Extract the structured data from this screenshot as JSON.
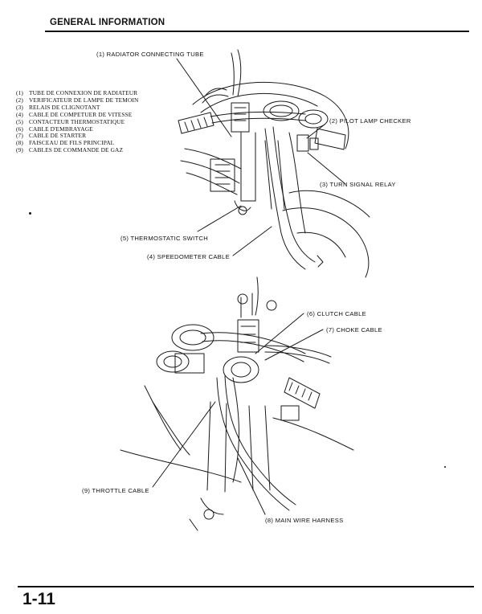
{
  "header": {
    "title": "GENERAL INFORMATION"
  },
  "legend": [
    {
      "num": "(1)",
      "text": "TUBE DE CONNEXION DE RADIATEUR"
    },
    {
      "num": "(2)",
      "text": "VERIFICATEUR DE LAMPE DE TEMOIN"
    },
    {
      "num": "(3)",
      "text": "RELAIS DE CLIGNOTANT"
    },
    {
      "num": "(4)",
      "text": "CABLE DE COMPETUER DE VITESSE"
    },
    {
      "num": "(5)",
      "text": "CONTACTEUR THERMOSTATIQUE"
    },
    {
      "num": "(6)",
      "text": "CABLE D'EMBRAYAGE"
    },
    {
      "num": "(7)",
      "text": "CABLE DE STARTER"
    },
    {
      "num": "(8)",
      "text": "FAISCEAU DE FILS PRINCIPAL"
    },
    {
      "num": "(9)",
      "text": "CABLES DE COMMANDE DE GAZ"
    }
  ],
  "callouts_top": {
    "radiator_connecting_tube": "(1) RADIATOR CONNECTING TUBE",
    "pilot_lamp_checker": "(2) PILOT LAMP CHECKER",
    "turn_signal_relay": "(3) TURN SIGNAL RELAY",
    "thermostatic_switch": "(5) THERMOSTATIC SWITCH",
    "speedometer_cable": "(4) SPEEDOMETER CABLE"
  },
  "callouts_bottom": {
    "clutch_cable": "(6) CLUTCH CABLE",
    "choke_cable": "(7) CHOKE CABLE",
    "throttle_cable": "(9) THROTTLE CABLE",
    "main_wire_harness": "(8) MAIN WIRE HARNESS"
  },
  "footer": {
    "page_number": "1-11"
  }
}
